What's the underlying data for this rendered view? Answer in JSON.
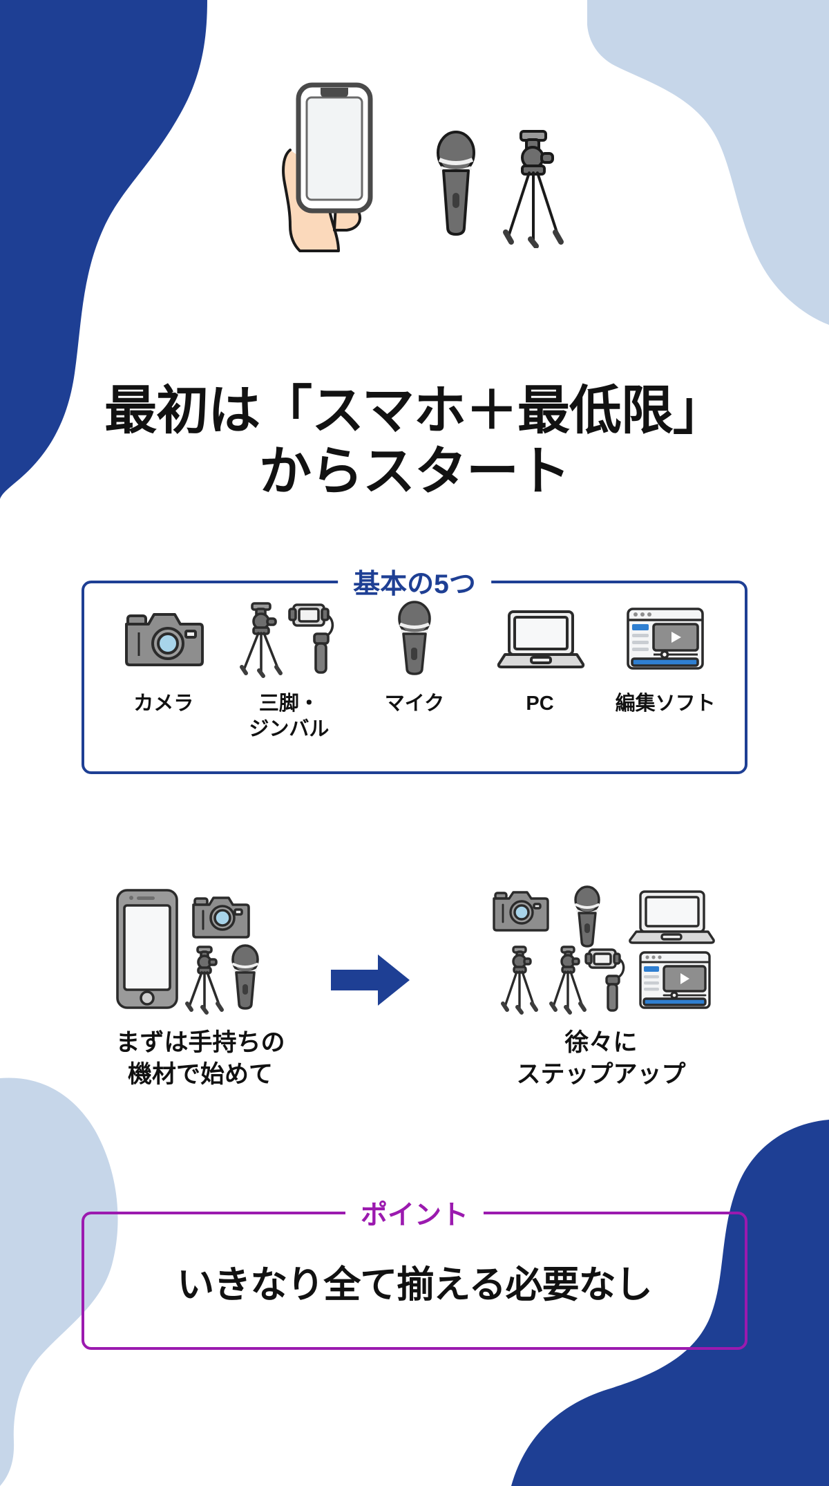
{
  "palette": {
    "brand_blue": "#1e3f94",
    "light_blue": "#c6d6e9",
    "accent_purple": "#9b1aaf",
    "text_dark": "#111111",
    "icon_gray": "#8e8e8e",
    "icon_outline": "#2b2b2b",
    "lens_blue": "#a8d4ea",
    "skin": "#fbd9bb"
  },
  "hero": {
    "alt": "hand holding smartphone with microphone and tripod",
    "items": [
      "hand-holding-smartphone",
      "microphone",
      "tripod"
    ]
  },
  "title": {
    "line1": "最初は「スマホ＋最低限」",
    "line2": "からスタート"
  },
  "basics": {
    "heading": "基本の5つ",
    "items": [
      {
        "label": "カメラ",
        "icon": "camera-icon"
      },
      {
        "label": "三脚・\nジンバル",
        "icon": "tripod-gimbal-icon"
      },
      {
        "label": "マイク",
        "icon": "microphone-icon"
      },
      {
        "label": "PC",
        "icon": "laptop-icon"
      },
      {
        "label": "編集ソフト",
        "icon": "editing-software-icon"
      }
    ]
  },
  "compare": {
    "left": {
      "caption": "まずは手持ちの\n機材で始めて",
      "icons": [
        "smartphone-icon",
        "camera-icon",
        "tripod-icon",
        "microphone-icon"
      ]
    },
    "arrow": "right-arrow-icon",
    "right": {
      "caption": "徐々に\nステップアップ",
      "icons": [
        "camera-icon",
        "microphone-icon",
        "laptop-icon",
        "tripod-icon",
        "tripod-icon",
        "gimbal-icon",
        "editing-software-icon"
      ]
    }
  },
  "point": {
    "heading": "ポイント",
    "text": "いきなり全て揃える必要なし"
  }
}
